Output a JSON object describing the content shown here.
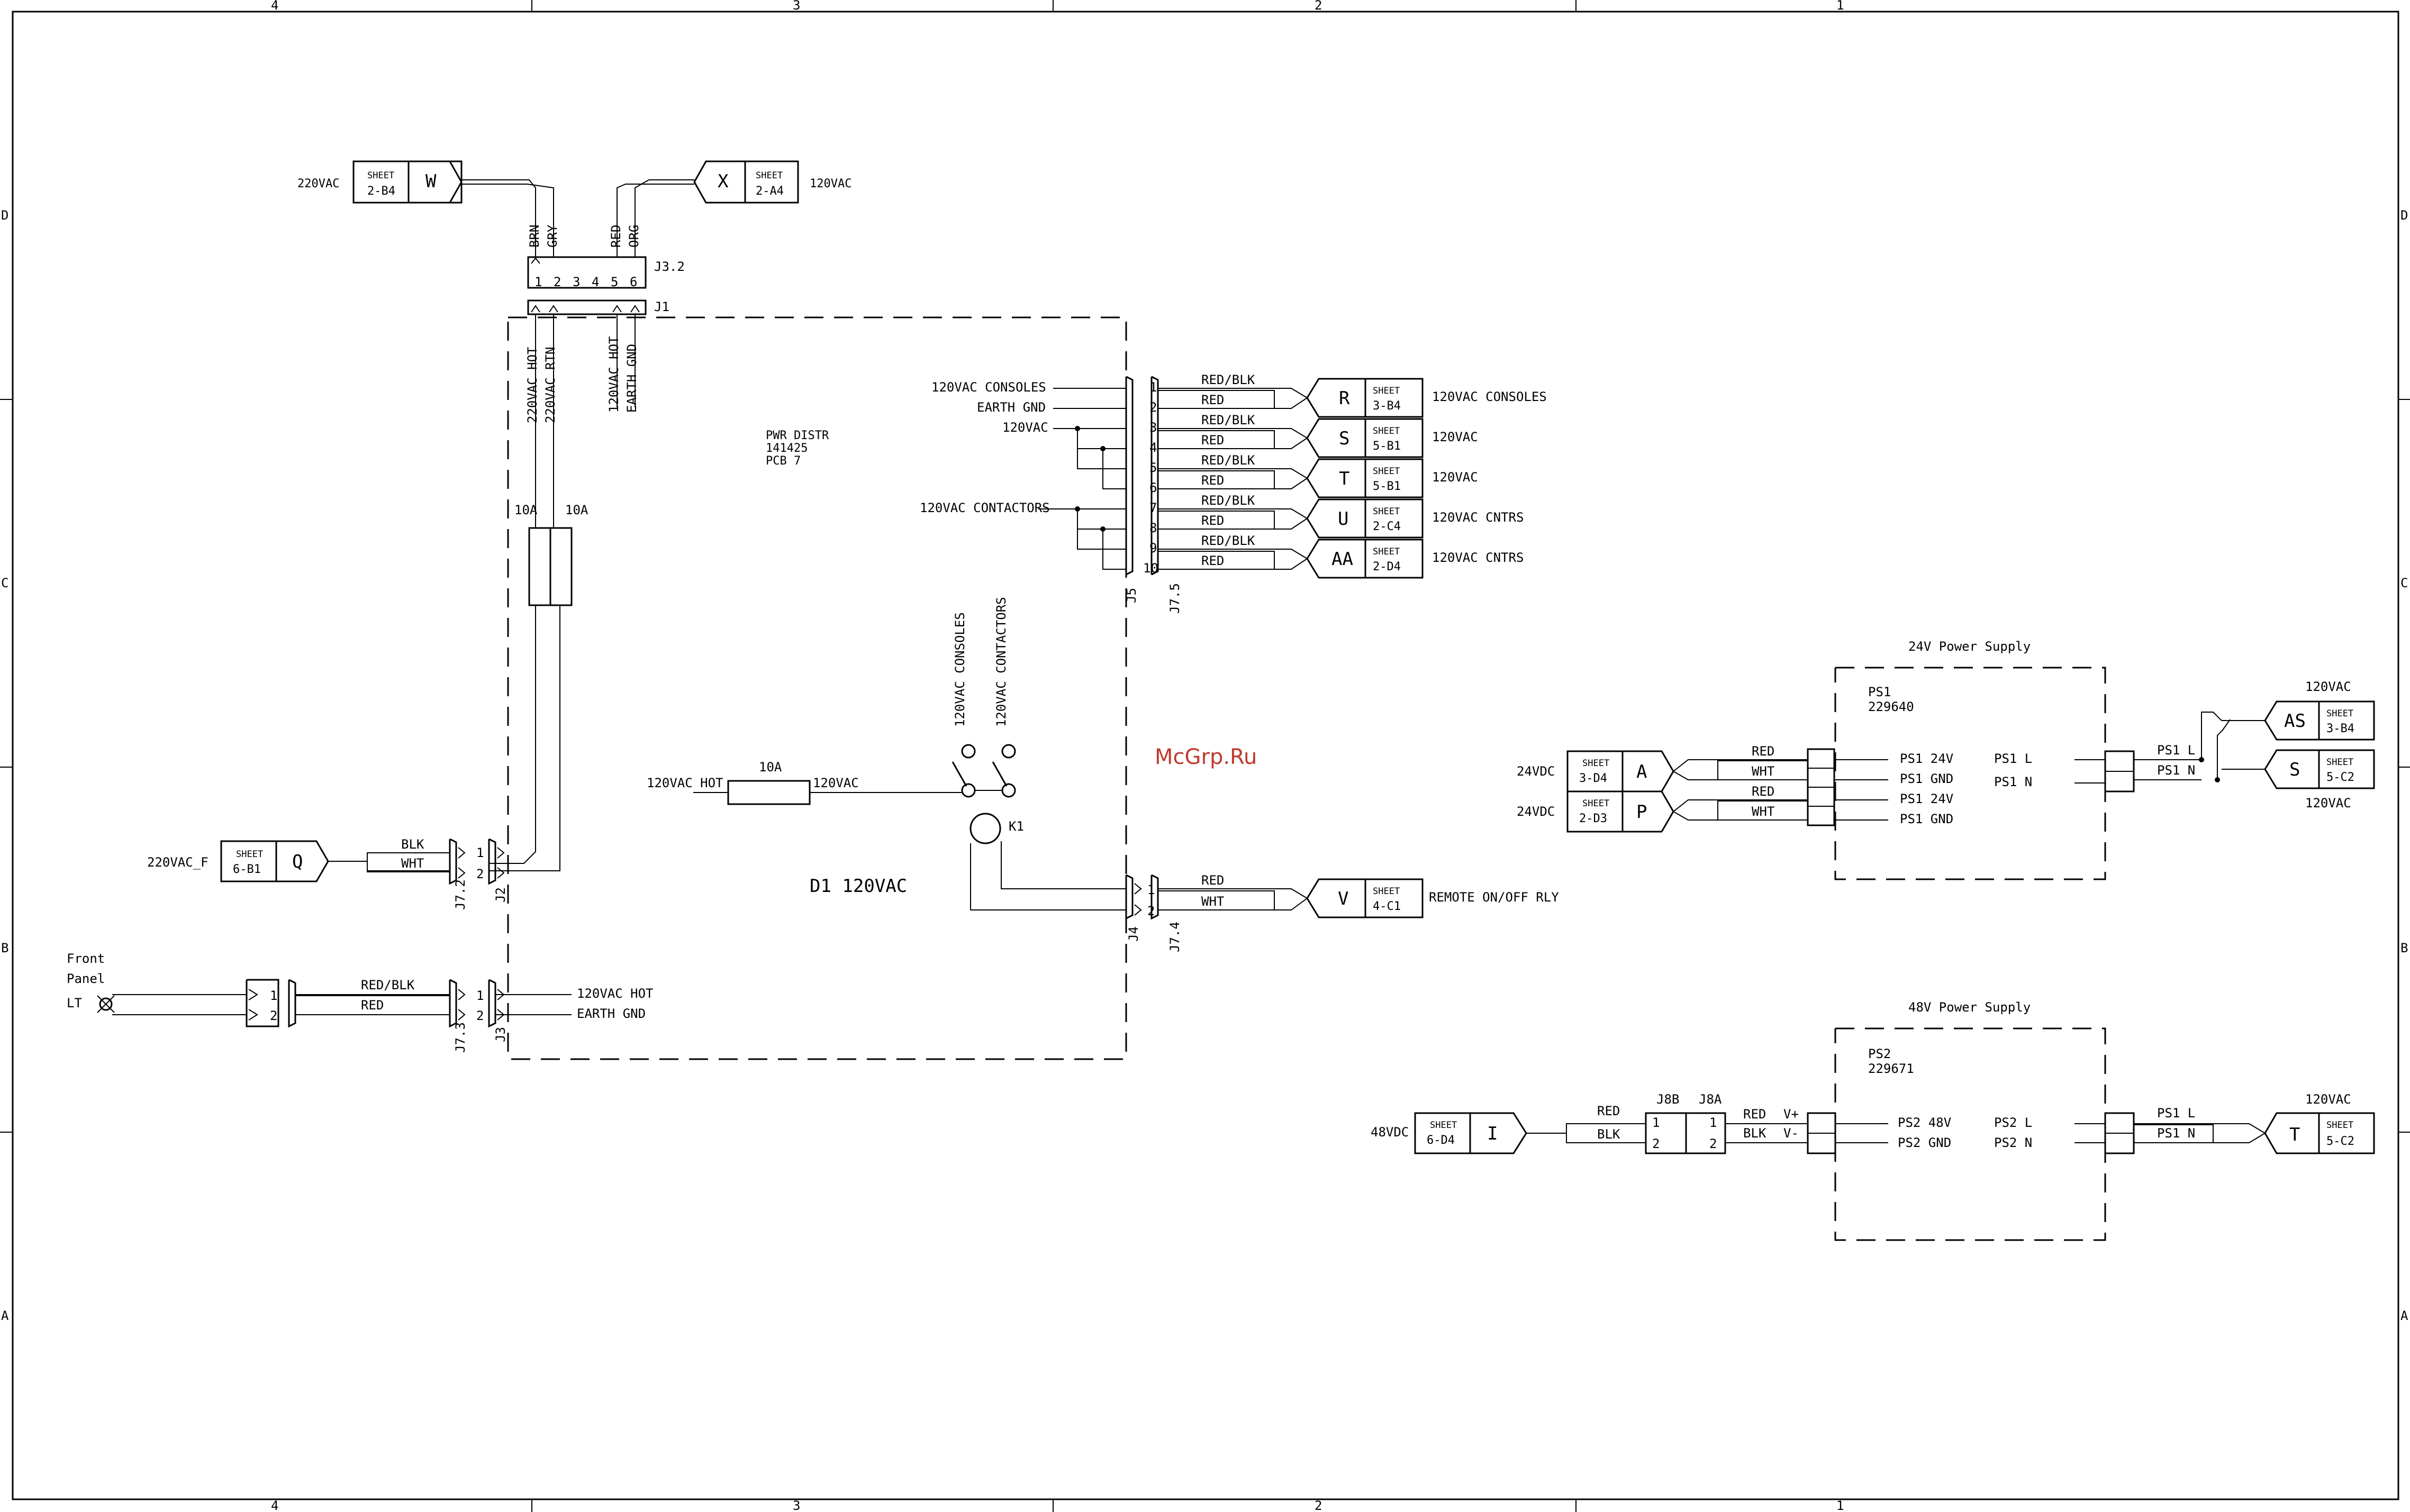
{
  "frame": {
    "cols_top": [
      "4",
      "3",
      "2",
      "1"
    ],
    "rows_side": [
      "D",
      "C",
      "B",
      "A"
    ]
  },
  "watermark": "McGrp.Ru",
  "sheet_refs": [
    {
      "id": "W",
      "ref": "2-B4",
      "label": "220VAC"
    },
    {
      "id": "X",
      "ref": "2-A4",
      "label": "120VAC"
    },
    {
      "id": "R",
      "ref": "3-B4",
      "label": "120VAC  CONSOLES"
    },
    {
      "id": "S",
      "ref": "5-B1",
      "label": "120VAC"
    },
    {
      "id": "T",
      "ref": "5-B1",
      "label": "120VAC"
    },
    {
      "id": "U",
      "ref": "2-C4",
      "label": "120VAC  CNTRS"
    },
    {
      "id": "AA",
      "ref": "2-D4",
      "label": "120VAC  CNTRS"
    },
    {
      "id": "Q",
      "ref": "6-B1",
      "label": "220VAC_F"
    },
    {
      "id": "V",
      "ref": "4-C1",
      "label": "REMOTE ON/OFF RLY"
    },
    {
      "id": "A",
      "ref": "3-D4",
      "label": "24VDC"
    },
    {
      "id": "P",
      "ref": "2-D3",
      "label": "24VDC"
    },
    {
      "id": "I",
      "ref": "6-D4",
      "label": "48VDC"
    },
    {
      "id": "AS",
      "ref": "3-B4",
      "label": "120VAC"
    },
    {
      "id": "S",
      "ref": "5-C2",
      "label": "120VAC"
    },
    {
      "id": "T",
      "ref": "5-C2",
      "label": "120VAC"
    }
  ],
  "sheet_word": "SHEET",
  "j32": {
    "label": "J3.2",
    "j1_label": "J1",
    "pins": [
      "1",
      "2",
      "3",
      "4",
      "5",
      "6"
    ],
    "top_wires": [
      "BRN",
      "GRY",
      "RED",
      "ORG"
    ],
    "bottom_wires": [
      "220VAC HOT",
      "220VAC RTN",
      "120VAC HOT",
      "EARTH GND"
    ]
  },
  "fuses": [
    "10A",
    "10A"
  ],
  "pcb": {
    "line1": "PWR DISTR",
    "line2": "141425",
    "line3": "PCB 7",
    "region": "D1  120VAC"
  },
  "j5": {
    "label": "J5",
    "mate_label": "J7.5",
    "pins": [
      "1",
      "2",
      "3",
      "4",
      "5",
      "6",
      "7",
      "8",
      "9",
      "10"
    ],
    "left_labels": [
      "120VAC  CONSOLES",
      "EARTH GND",
      "120VAC",
      "120VAC  CONTACTORS"
    ],
    "wires": [
      "RED/BLK",
      "RED",
      "RED/BLK",
      "RED",
      "RED/BLK",
      "RED",
      "RED/BLK",
      "RED",
      "RED/BLK",
      "RED"
    ]
  },
  "relay": {
    "labels": [
      "120VAC  CONSOLES",
      "120VAC  CONTACTORS"
    ],
    "coil": "K1",
    "in_label": "120VAC  HOT",
    "fuse": "10A",
    "out_label": "120VAC"
  },
  "j2": {
    "label": "J2",
    "mate": "J7.2",
    "pins": [
      "1",
      "2"
    ],
    "wires": [
      "BLK",
      "WHT"
    ]
  },
  "j4": {
    "label": "J4",
    "mate": "J7.4",
    "pins": [
      "1",
      "2"
    ],
    "wires": [
      "RED",
      "WHT"
    ]
  },
  "j3": {
    "label": "J3",
    "mate": "J7.3",
    "pins": [
      "1",
      "2"
    ],
    "wires": [
      "RED/BLK",
      "RED"
    ],
    "right_labels": [
      "120VAC  HOT",
      "EARTH GND"
    ],
    "front": [
      "Front",
      "Panel",
      "LT"
    ]
  },
  "ps24": {
    "title": "24V  Power Supply",
    "name": "PS1",
    "part": "229640",
    "left_pins": [
      "PS1  24V",
      "PS1  GND",
      "PS1  24V",
      "PS1  GND"
    ],
    "right_pins": [
      "PS1  L",
      "PS1  N"
    ],
    "out_labels": [
      "PS1  L",
      "PS1  N"
    ],
    "wires": [
      "RED",
      "WHT",
      "RED",
      "WHT"
    ]
  },
  "ps48": {
    "title": "48V  Power Supply",
    "name": "PS2",
    "part": "229671",
    "left_pins": [
      "PS2  48V",
      "PS2  GND"
    ],
    "right_pins": [
      "PS2  L",
      "PS2  N"
    ],
    "out_labels": [
      "PS1  L",
      "PS1  N"
    ],
    "j8b": "J8B",
    "j8a": "J8A",
    "pins": [
      "1",
      "2"
    ],
    "wires": [
      "RED",
      "BLK"
    ],
    "v_labels": [
      "V+",
      "V-"
    ]
  }
}
